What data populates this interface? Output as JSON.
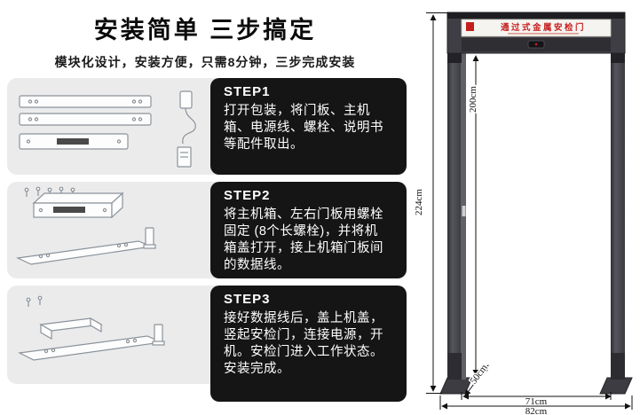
{
  "colors": {
    "panel_dark": "#151515",
    "display_red": "#c41e1e",
    "illustration_bg": "#ebebec"
  },
  "guide": {
    "title": "安装简单 三步搞定",
    "subtitle": "模块化设计，安装方便，只需8分钟，三步完成安装",
    "steps": [
      {
        "label": "STEP1",
        "text": "打开包装，将门板、主机箱、电源线、螺栓、说明书等配件取出。"
      },
      {
        "label": "STEP2",
        "text": "将主机箱、左右门板用螺栓固定 (8个长螺栓)，并将机箱盖打开，接上机箱门板间的数据线。"
      },
      {
        "label": "STEP3",
        "text": "接好数据线后，盖上机盖，竖起安检门，连接电源，开机。安检门进入工作状态。安装完成。"
      }
    ]
  },
  "detector": {
    "display_text": "通过式金属安检门",
    "dim_total_height": "224cm",
    "dim_inner_height": "200cm",
    "dim_depth": "50cm",
    "dim_inner_width": "71cm",
    "dim_outer_width": "82cm"
  }
}
